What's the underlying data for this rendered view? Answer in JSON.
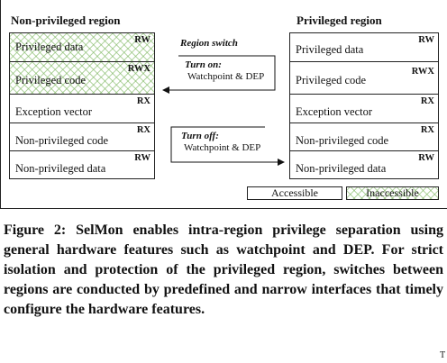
{
  "left_region": {
    "title": "Non-privileged region",
    "rows": [
      {
        "name": "Privileged data",
        "perm": "RW",
        "accessible": false
      },
      {
        "name": "Privileged code",
        "perm": "RWX",
        "accessible": false
      },
      {
        "name": "Exception vector",
        "perm": "RX",
        "accessible": true
      },
      {
        "name": "Non-privileged code",
        "perm": "RX",
        "accessible": true
      },
      {
        "name": "Non-privileged data",
        "perm": "RW",
        "accessible": true
      }
    ]
  },
  "right_region": {
    "title": "Privileged region",
    "rows": [
      {
        "name": "Privileged data",
        "perm": "RW",
        "accessible": true
      },
      {
        "name": "Privileged code",
        "perm": "RWX",
        "accessible": true
      },
      {
        "name": "Exception vector",
        "perm": "RX",
        "accessible": true
      },
      {
        "name": "Non-privileged code",
        "perm": "RX",
        "accessible": true
      },
      {
        "name": "Non-privileged data",
        "perm": "RW",
        "accessible": true
      }
    ]
  },
  "switch": {
    "title": "Region switch",
    "turn_on": "Turn on:",
    "turn_on_detail": "Watchpoint & DEP",
    "turn_off": "Turn off:",
    "turn_off_detail": "Watchpoint & DEP"
  },
  "legend": {
    "accessible": "Accessible",
    "inaccessible": "Inaccessible"
  },
  "caption": "Figure 2: SelMon enables intra-region privilege separation using general hardware features such as watchpoint and DEP. For strict isolation and protection of the privileged region, switches between regions are conducted by predefined and narrow interfaces that timely configure the hardware features.",
  "corner_mark": "T"
}
